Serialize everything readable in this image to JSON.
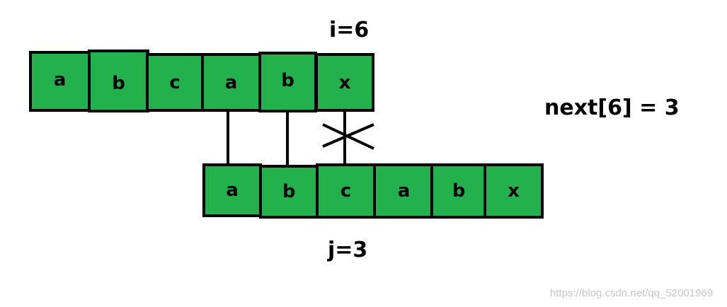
{
  "pointers": {
    "i_label": "i=6",
    "j_label": "j=3"
  },
  "next_label": "next[6] = 3",
  "text_row": [
    "a",
    "b",
    "c",
    "a",
    "b",
    "x"
  ],
  "pattern_row": [
    "a",
    "b",
    "c",
    "a",
    "b",
    "x"
  ],
  "watermark": "https://blog.csdn.net/qq_52001969",
  "colors": {
    "cell_fill": "#22b14c",
    "outline": "#000000",
    "watermark": "#c7c7c7"
  }
}
